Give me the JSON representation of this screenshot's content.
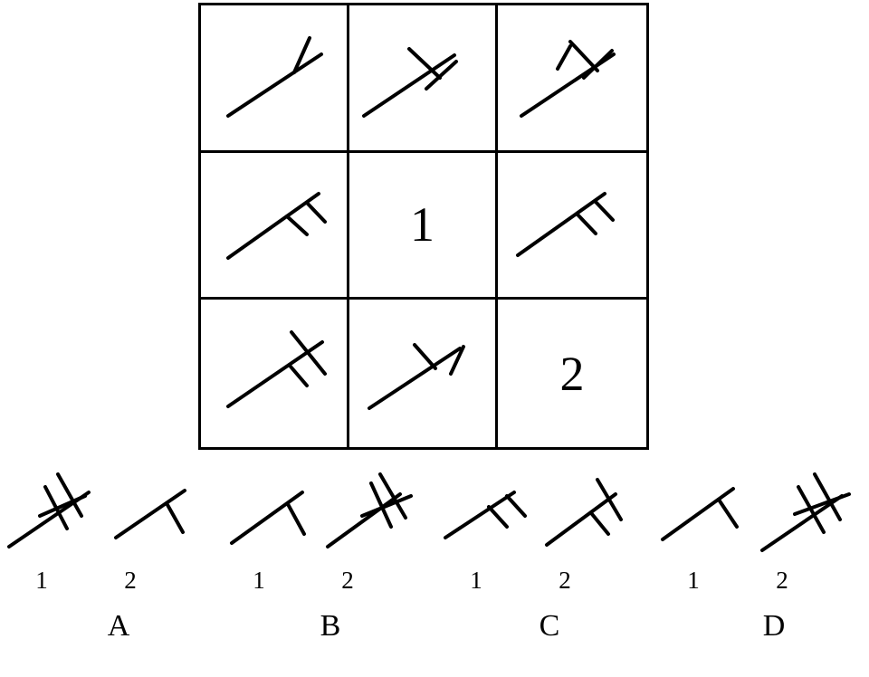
{
  "puzzle": {
    "type": "matrix-reasoning",
    "stroke_color": "#000000",
    "background_color": "#ffffff",
    "grid": {
      "rows": 3,
      "cols": 3,
      "cells": [
        {
          "id": "r1c1",
          "kind": "figure",
          "description": "diagonal line with one half tick above the line",
          "ticks_total": 1,
          "ticks_above": 1,
          "ticks_crossing": 0
        },
        {
          "id": "r1c2",
          "kind": "figure",
          "description": "diagonal line with one full crossing tick",
          "ticks_total": 1,
          "ticks_above": 0,
          "ticks_crossing": 1
        },
        {
          "id": "r1c3",
          "kind": "figure",
          "description": "diagonal line with one half tick above and one full crossing tick",
          "ticks_total": 2,
          "ticks_above": 1,
          "ticks_crossing": 1
        },
        {
          "id": "r2c1",
          "kind": "figure",
          "description": "diagonal line with two half ticks below the line",
          "ticks_total": 2,
          "ticks_below": 2,
          "ticks_crossing": 0
        },
        {
          "id": "r2c2",
          "kind": "number",
          "label": "1"
        },
        {
          "id": "r2c3",
          "kind": "figure",
          "description": "diagonal line with two half ticks below the line",
          "ticks_total": 2,
          "ticks_below": 2,
          "ticks_crossing": 0
        },
        {
          "id": "r3c1",
          "kind": "figure",
          "description": "diagonal line with one half tick below and one full crossing tick",
          "ticks_total": 2,
          "ticks_below": 1,
          "ticks_crossing": 1
        },
        {
          "id": "r3c2",
          "kind": "figure",
          "description": "diagonal line with one full crossing tick",
          "ticks_total": 1,
          "ticks_below": 0,
          "ticks_crossing": 1
        },
        {
          "id": "r3c3",
          "kind": "number",
          "label": "2"
        }
      ]
    },
    "options": [
      {
        "letter": "A",
        "figures": [
          {
            "number_label": "1",
            "description": "diagonal line with two full crossing ticks",
            "ticks_total": 2,
            "ticks_crossing": 2
          },
          {
            "number_label": "2",
            "description": "diagonal line with one half tick above the line",
            "ticks_total": 1,
            "ticks_crossing": 0
          }
        ]
      },
      {
        "letter": "B",
        "figures": [
          {
            "number_label": "1",
            "description": "diagonal line with one half tick above the line",
            "ticks_total": 1,
            "ticks_crossing": 0
          },
          {
            "number_label": "2",
            "description": "diagonal line with one half tick below and two full crossing ticks",
            "ticks_total": 3,
            "ticks_crossing": 2
          }
        ]
      },
      {
        "letter": "C",
        "figures": [
          {
            "number_label": "1",
            "description": "diagonal line with two half ticks below the line",
            "ticks_total": 2,
            "ticks_crossing": 0
          },
          {
            "number_label": "2",
            "description": "diagonal line with one half tick below and one full crossing tick",
            "ticks_total": 2,
            "ticks_crossing": 1
          }
        ]
      },
      {
        "letter": "D",
        "figures": [
          {
            "number_label": "1",
            "description": "diagonal line with one half tick above the line",
            "ticks_total": 1,
            "ticks_crossing": 0
          },
          {
            "number_label": "2",
            "description": "diagonal line with two full crossing ticks",
            "ticks_total": 2,
            "ticks_crossing": 2
          }
        ]
      }
    ]
  }
}
